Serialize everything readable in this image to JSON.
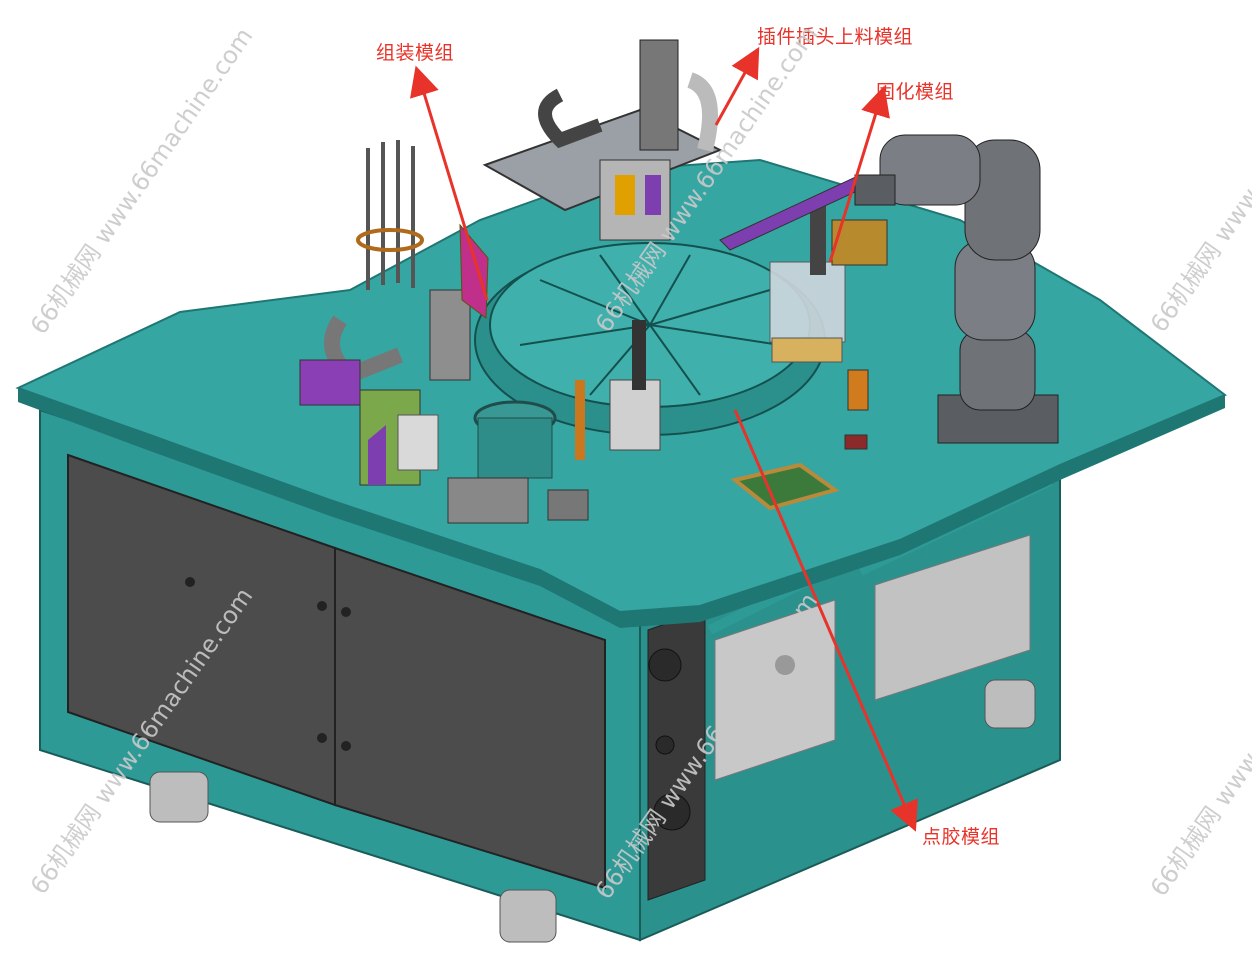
{
  "labels": {
    "assembly": "组装模组",
    "plug_feeding": "插件插头上料模组",
    "curing": "固化模组",
    "dispensing": "点胶模组"
  },
  "watermark": {
    "text": "66机械网 www.66machine.com"
  },
  "colors": {
    "callout": "#e8332a",
    "frame": "#2e9a96",
    "table_top": "#36a6a2",
    "table_edge": "#1f7774",
    "panel": "#4c4c4c",
    "robot": "#6f7378",
    "watermark": "#c9c9c9"
  }
}
